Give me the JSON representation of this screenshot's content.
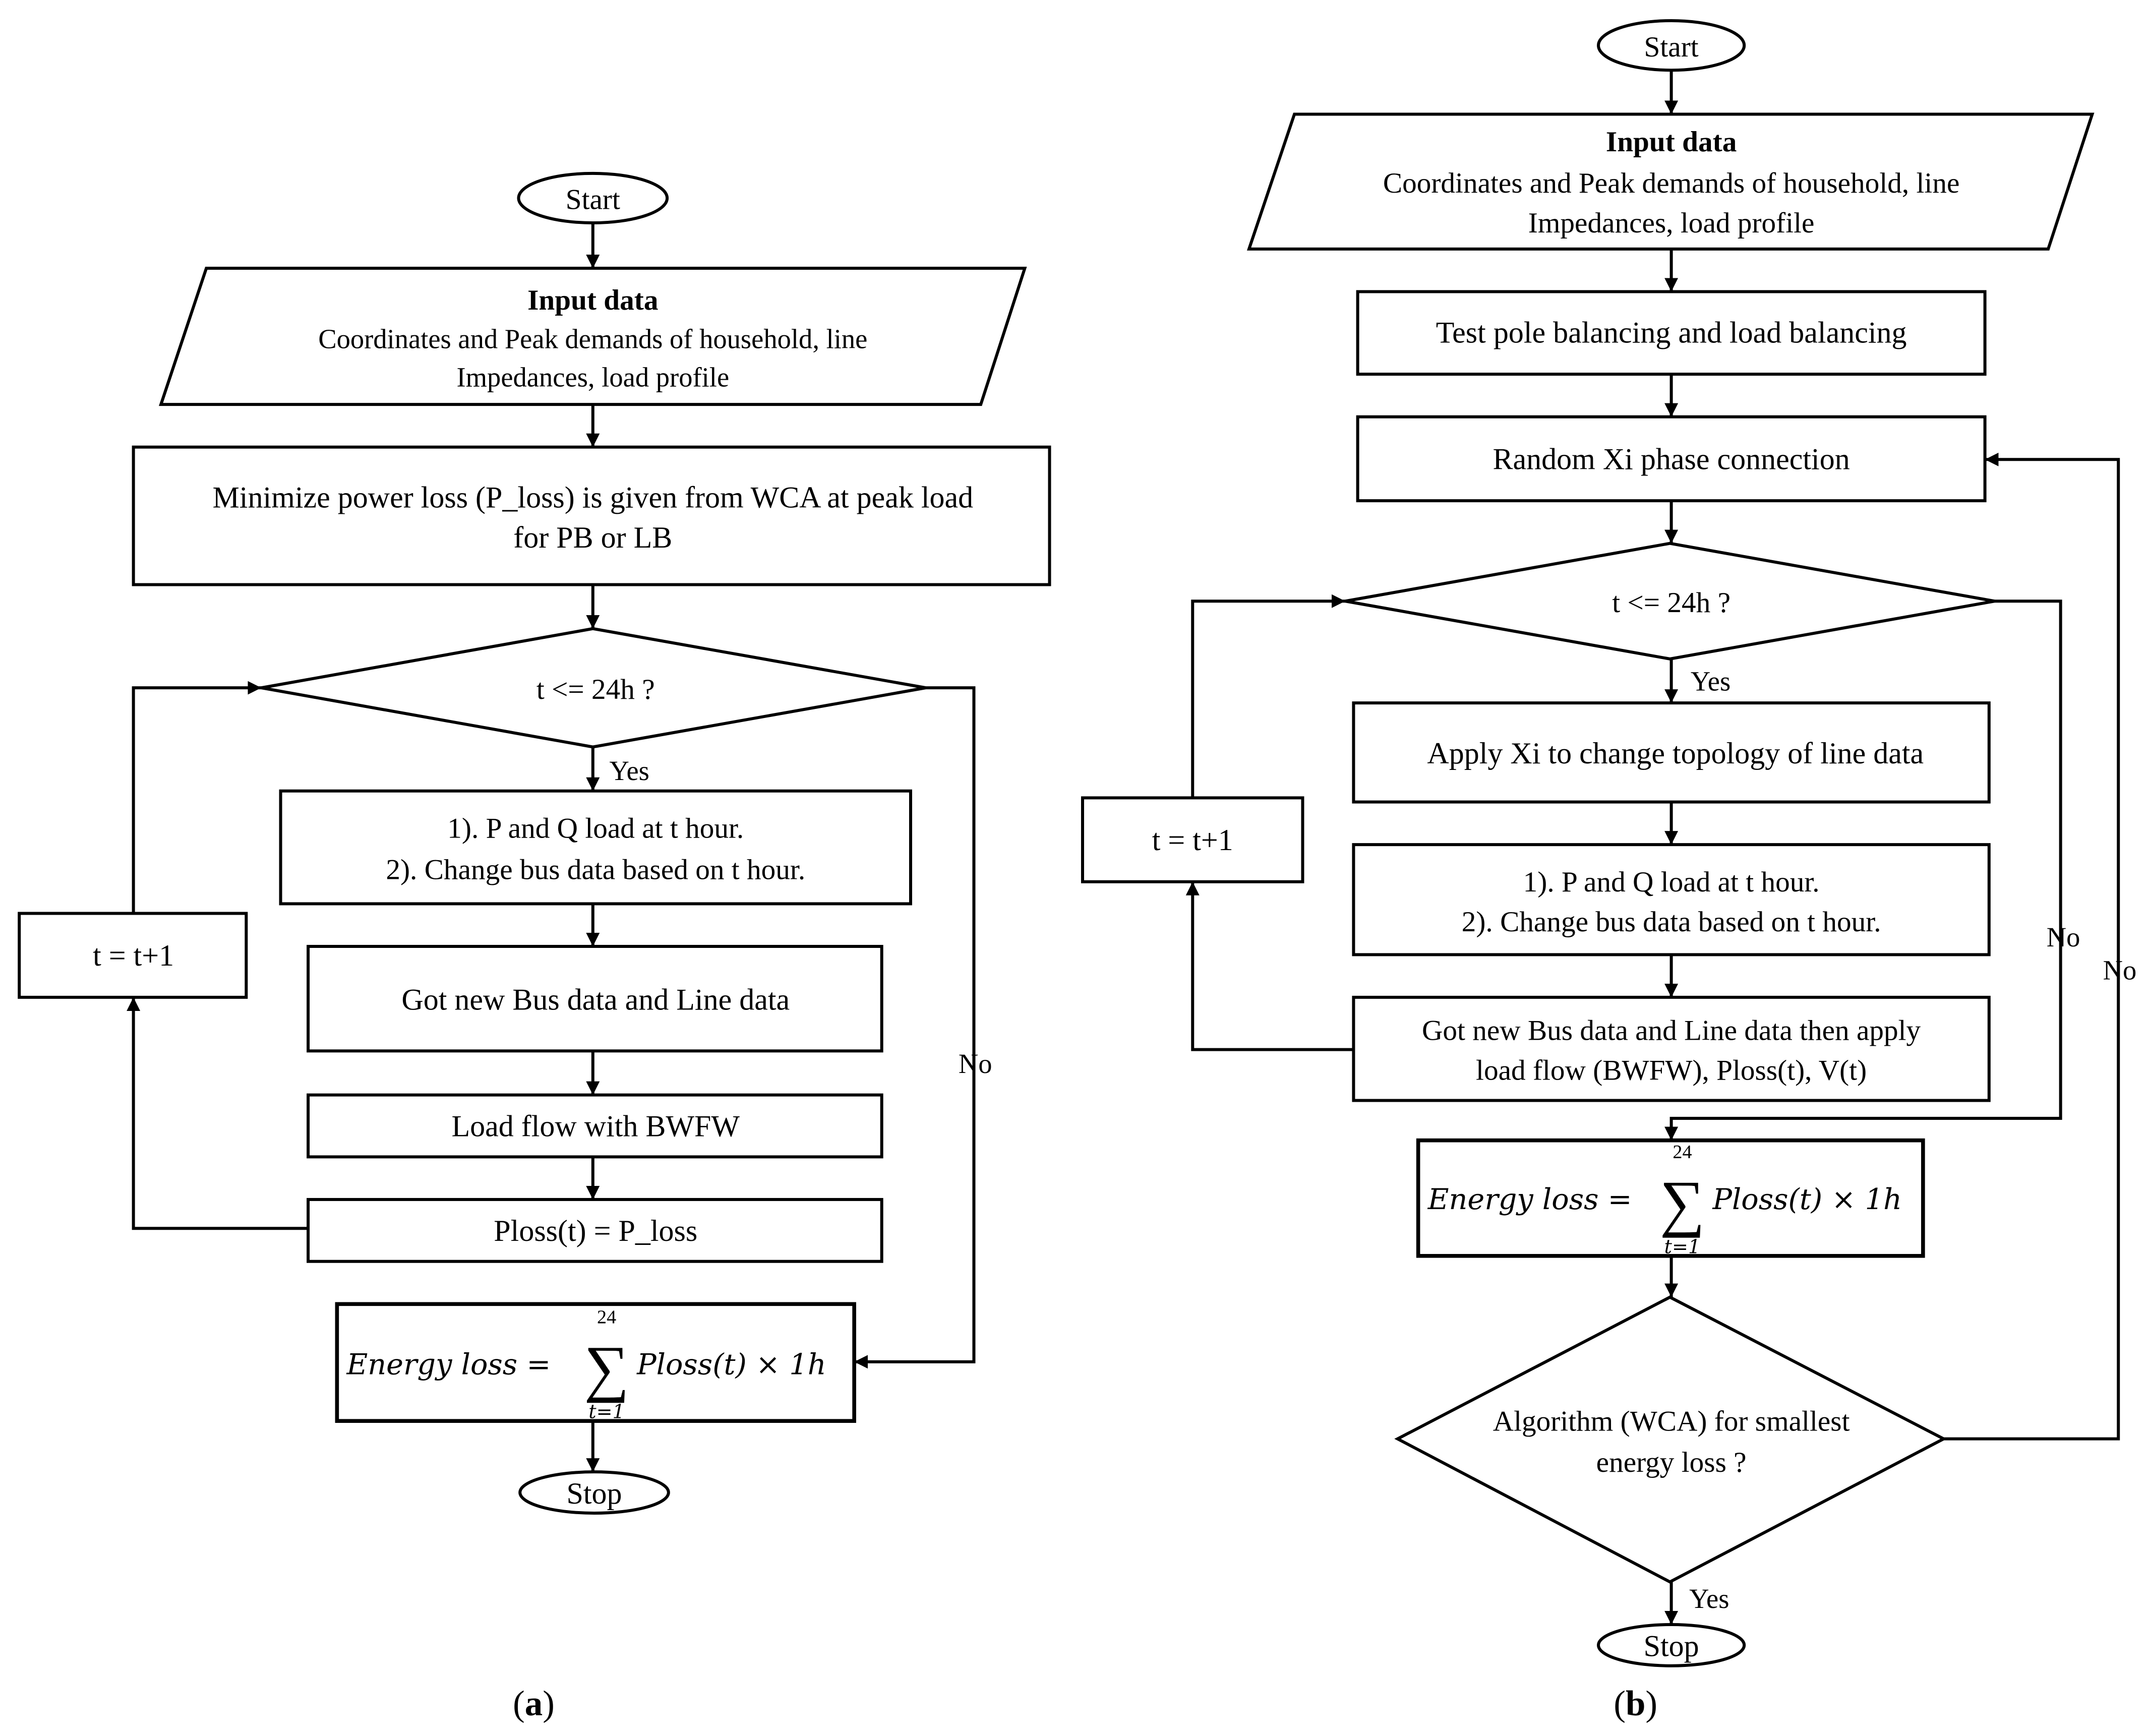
{
  "panel_a": {
    "start": "Start",
    "input_title": "Input data",
    "input_line1": "Coordinates and Peak demands of household, line",
    "input_line2": "Impedances, load profile",
    "minimize_line1": "Minimize power loss (P_loss) is given from WCA at peak load",
    "minimize_line2": "for PB or LB",
    "decision": "t <= 24h ?",
    "yes": "Yes",
    "no": "No",
    "step_line1": "1). P and Q load at t hour.",
    "step_line2": "2). Change bus data based on t hour.",
    "got_new": "Got new Bus data and Line data",
    "load_flow": "Load flow with BWFW",
    "ploss": "Ploss(t) = P_loss",
    "increment": "t = t+1",
    "energy_label": "Energy loss =",
    "energy_upper": "24",
    "energy_lower": "t=1",
    "energy_sum": "∑",
    "energy_term": "Ploss(t) × 1h",
    "stop": "Stop",
    "caption_open": "(",
    "caption_letter": "a",
    "caption_close": ")"
  },
  "panel_b": {
    "start": "Start",
    "input_title": "Input data",
    "input_line1": "Coordinates and Peak demands of household, line",
    "input_line2": "Impedances, load profile",
    "test": "Test pole balancing and load balancing",
    "random": "Random Xi phase connection",
    "decision": "t <= 24h ?",
    "yes": "Yes",
    "apply": "Apply Xi to change topology of line data",
    "step_line1": "1). P and Q load at t hour.",
    "step_line2": "2). Change bus data based on t hour.",
    "got_line1": "Got new Bus data and Line data then apply",
    "got_line2": "load flow (BWFW), Ploss(t), V(t)",
    "increment": "t = t+1",
    "no_inner": "No",
    "no_outer": "No",
    "energy_label": "Energy loss =",
    "energy_upper": "24",
    "energy_lower": "t=1",
    "energy_sum": "∑",
    "energy_term": "Ploss(t) × 1h",
    "algo_line1": "Algorithm (WCA) for smallest",
    "algo_line2": "energy loss ?",
    "yes_final": "Yes",
    "stop": "Stop",
    "caption_open": "(",
    "caption_letter": "b",
    "caption_close": ")"
  }
}
